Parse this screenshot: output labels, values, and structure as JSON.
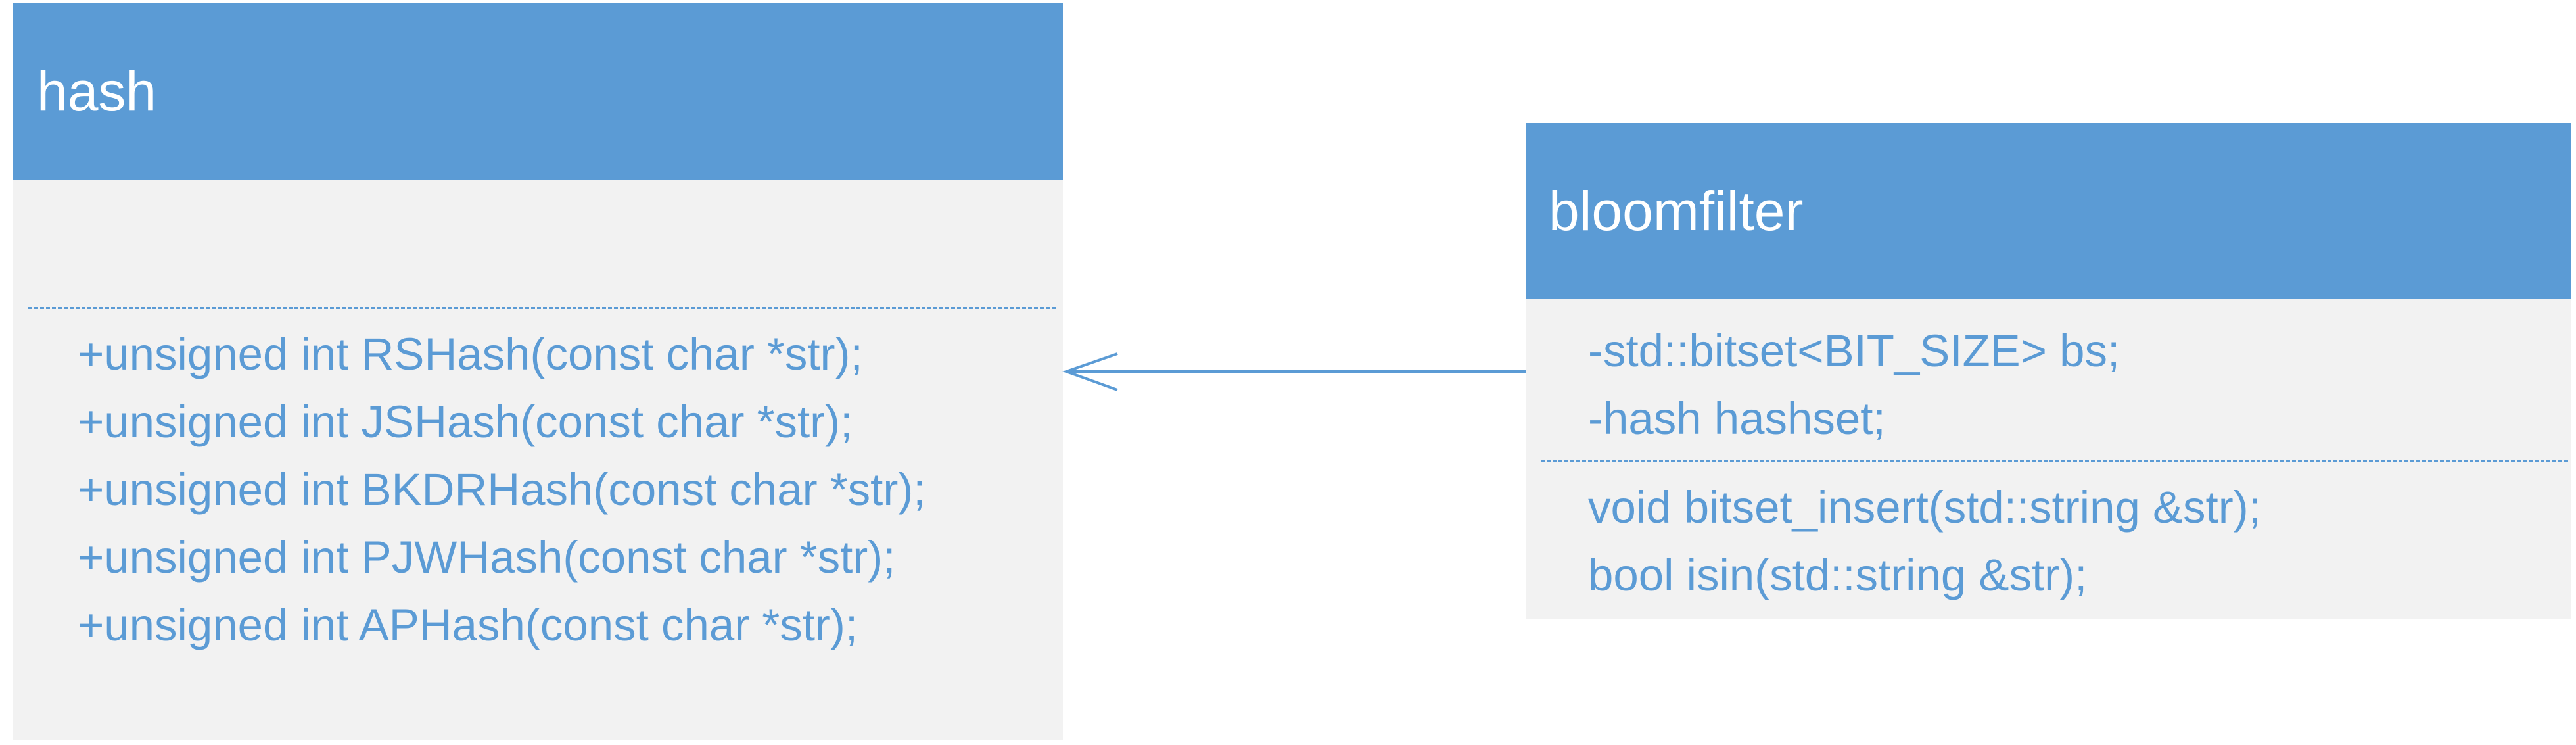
{
  "diagram": {
    "classes": [
      {
        "name": "hash",
        "attributes": [],
        "operations": [
          "+unsigned int RSHash(const char *str);",
          "+unsigned int JSHash(const char *str);",
          "+unsigned int BKDRHash(const char *str);",
          "+unsigned int PJWHash(const char *str);",
          "+unsigned int APHash(const char *str);"
        ]
      },
      {
        "name": "bloomfilter",
        "attributes": [
          "-std::bitset<BIT_SIZE> bs;",
          "-hash hashset;"
        ],
        "operations": [
          "void bitset_insert(std::string &str);",
          "bool isin(std::string &str);"
        ]
      }
    ],
    "relationships": [
      {
        "type": "association",
        "from": "bloomfilter",
        "to": "hash",
        "arrowhead": "open"
      }
    ],
    "colors": {
      "header_fill": "#5b9bd5",
      "header_text": "#ffffff",
      "body_fill": "#f2f2f2",
      "member_text": "#5b9bd5",
      "connector": "#5b9bd5"
    }
  }
}
